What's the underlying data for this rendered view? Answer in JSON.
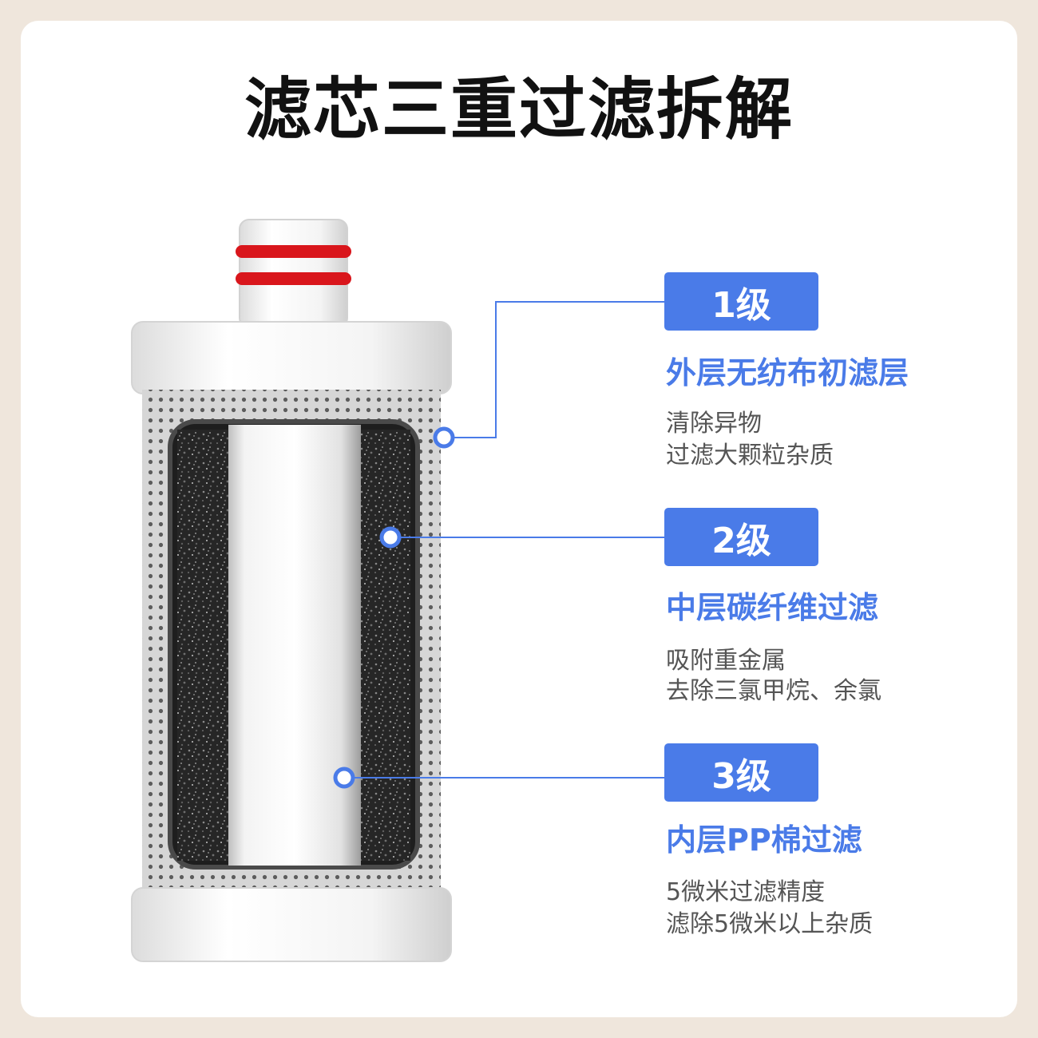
{
  "title": "滤芯三重过滤拆解",
  "colors": {
    "accent": "#4a7be8",
    "background": "#efe6dc",
    "card": "#ffffff",
    "seal_ring": "#d9161c",
    "carbon": "#2a2a2a"
  },
  "stages": [
    {
      "badge": "1级",
      "name": "外层无纺布初滤层",
      "desc_line1": "清除异物",
      "desc_line2": "过滤大颗粒杂质"
    },
    {
      "badge": "2级",
      "name": "中层碳纤维过滤",
      "desc_line1": "吸附重金属",
      "desc_line2": "去除三氯甲烷、余氯"
    },
    {
      "badge": "3级",
      "name": "内层PP棉过滤",
      "desc_line1": "5微米过滤精度",
      "desc_line2": "滤除5微米以上杂质"
    }
  ]
}
